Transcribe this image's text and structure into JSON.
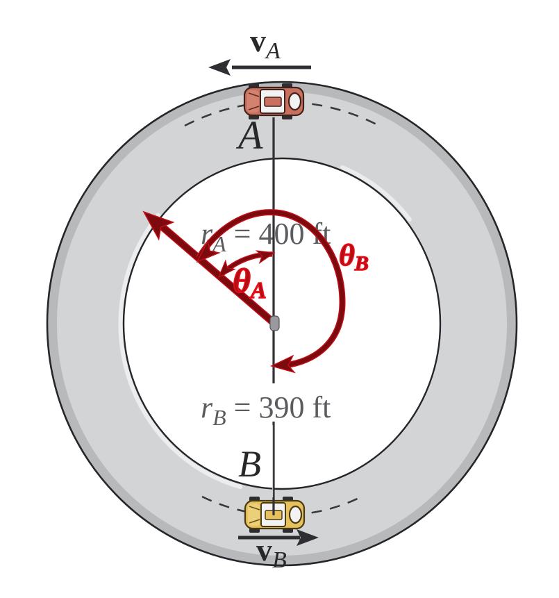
{
  "figure": {
    "description": "Two cars on a circular racetrack with radii and angular positions",
    "values": {
      "r_A_ft": 400,
      "r_B_ft": 390
    },
    "labels": {
      "vA": {
        "main": "v",
        "sub": "A"
      },
      "vB": {
        "main": "v",
        "sub": "B"
      },
      "pointA": "A",
      "pointB": "B",
      "rA": {
        "main": "r",
        "sub": "A",
        "rest": " = 400 ft"
      },
      "rB": {
        "main": "r",
        "sub": "B",
        "rest": " = 390 ft"
      },
      "thetaA": {
        "main": "θ",
        "sub": "A"
      },
      "thetaB": {
        "main": "θ",
        "sub": "B"
      }
    },
    "icons": {
      "vA_arrow": "arrow-left",
      "vB_arrow": "arrow-right",
      "radius_arrow": "arrow-up-left",
      "thetaA_arc": "double-headed-angle-arc",
      "thetaB_arc": "clockwise-sweep-arc-arrow"
    },
    "colors": {
      "track_fill": "#d3d4d6",
      "track_outer_band": "#b5b6b8",
      "track_edge": "#26262a",
      "inner_highlight": "#eef0f2",
      "dark_red": "#7d0a0f",
      "red_fringe": "#c21018",
      "bright_red": "#ef1019",
      "text_gray": "#5c5c60",
      "text_dark": "#28282b",
      "car_a_body": "#c9705e",
      "car_b_body": "#e6c15e"
    }
  }
}
